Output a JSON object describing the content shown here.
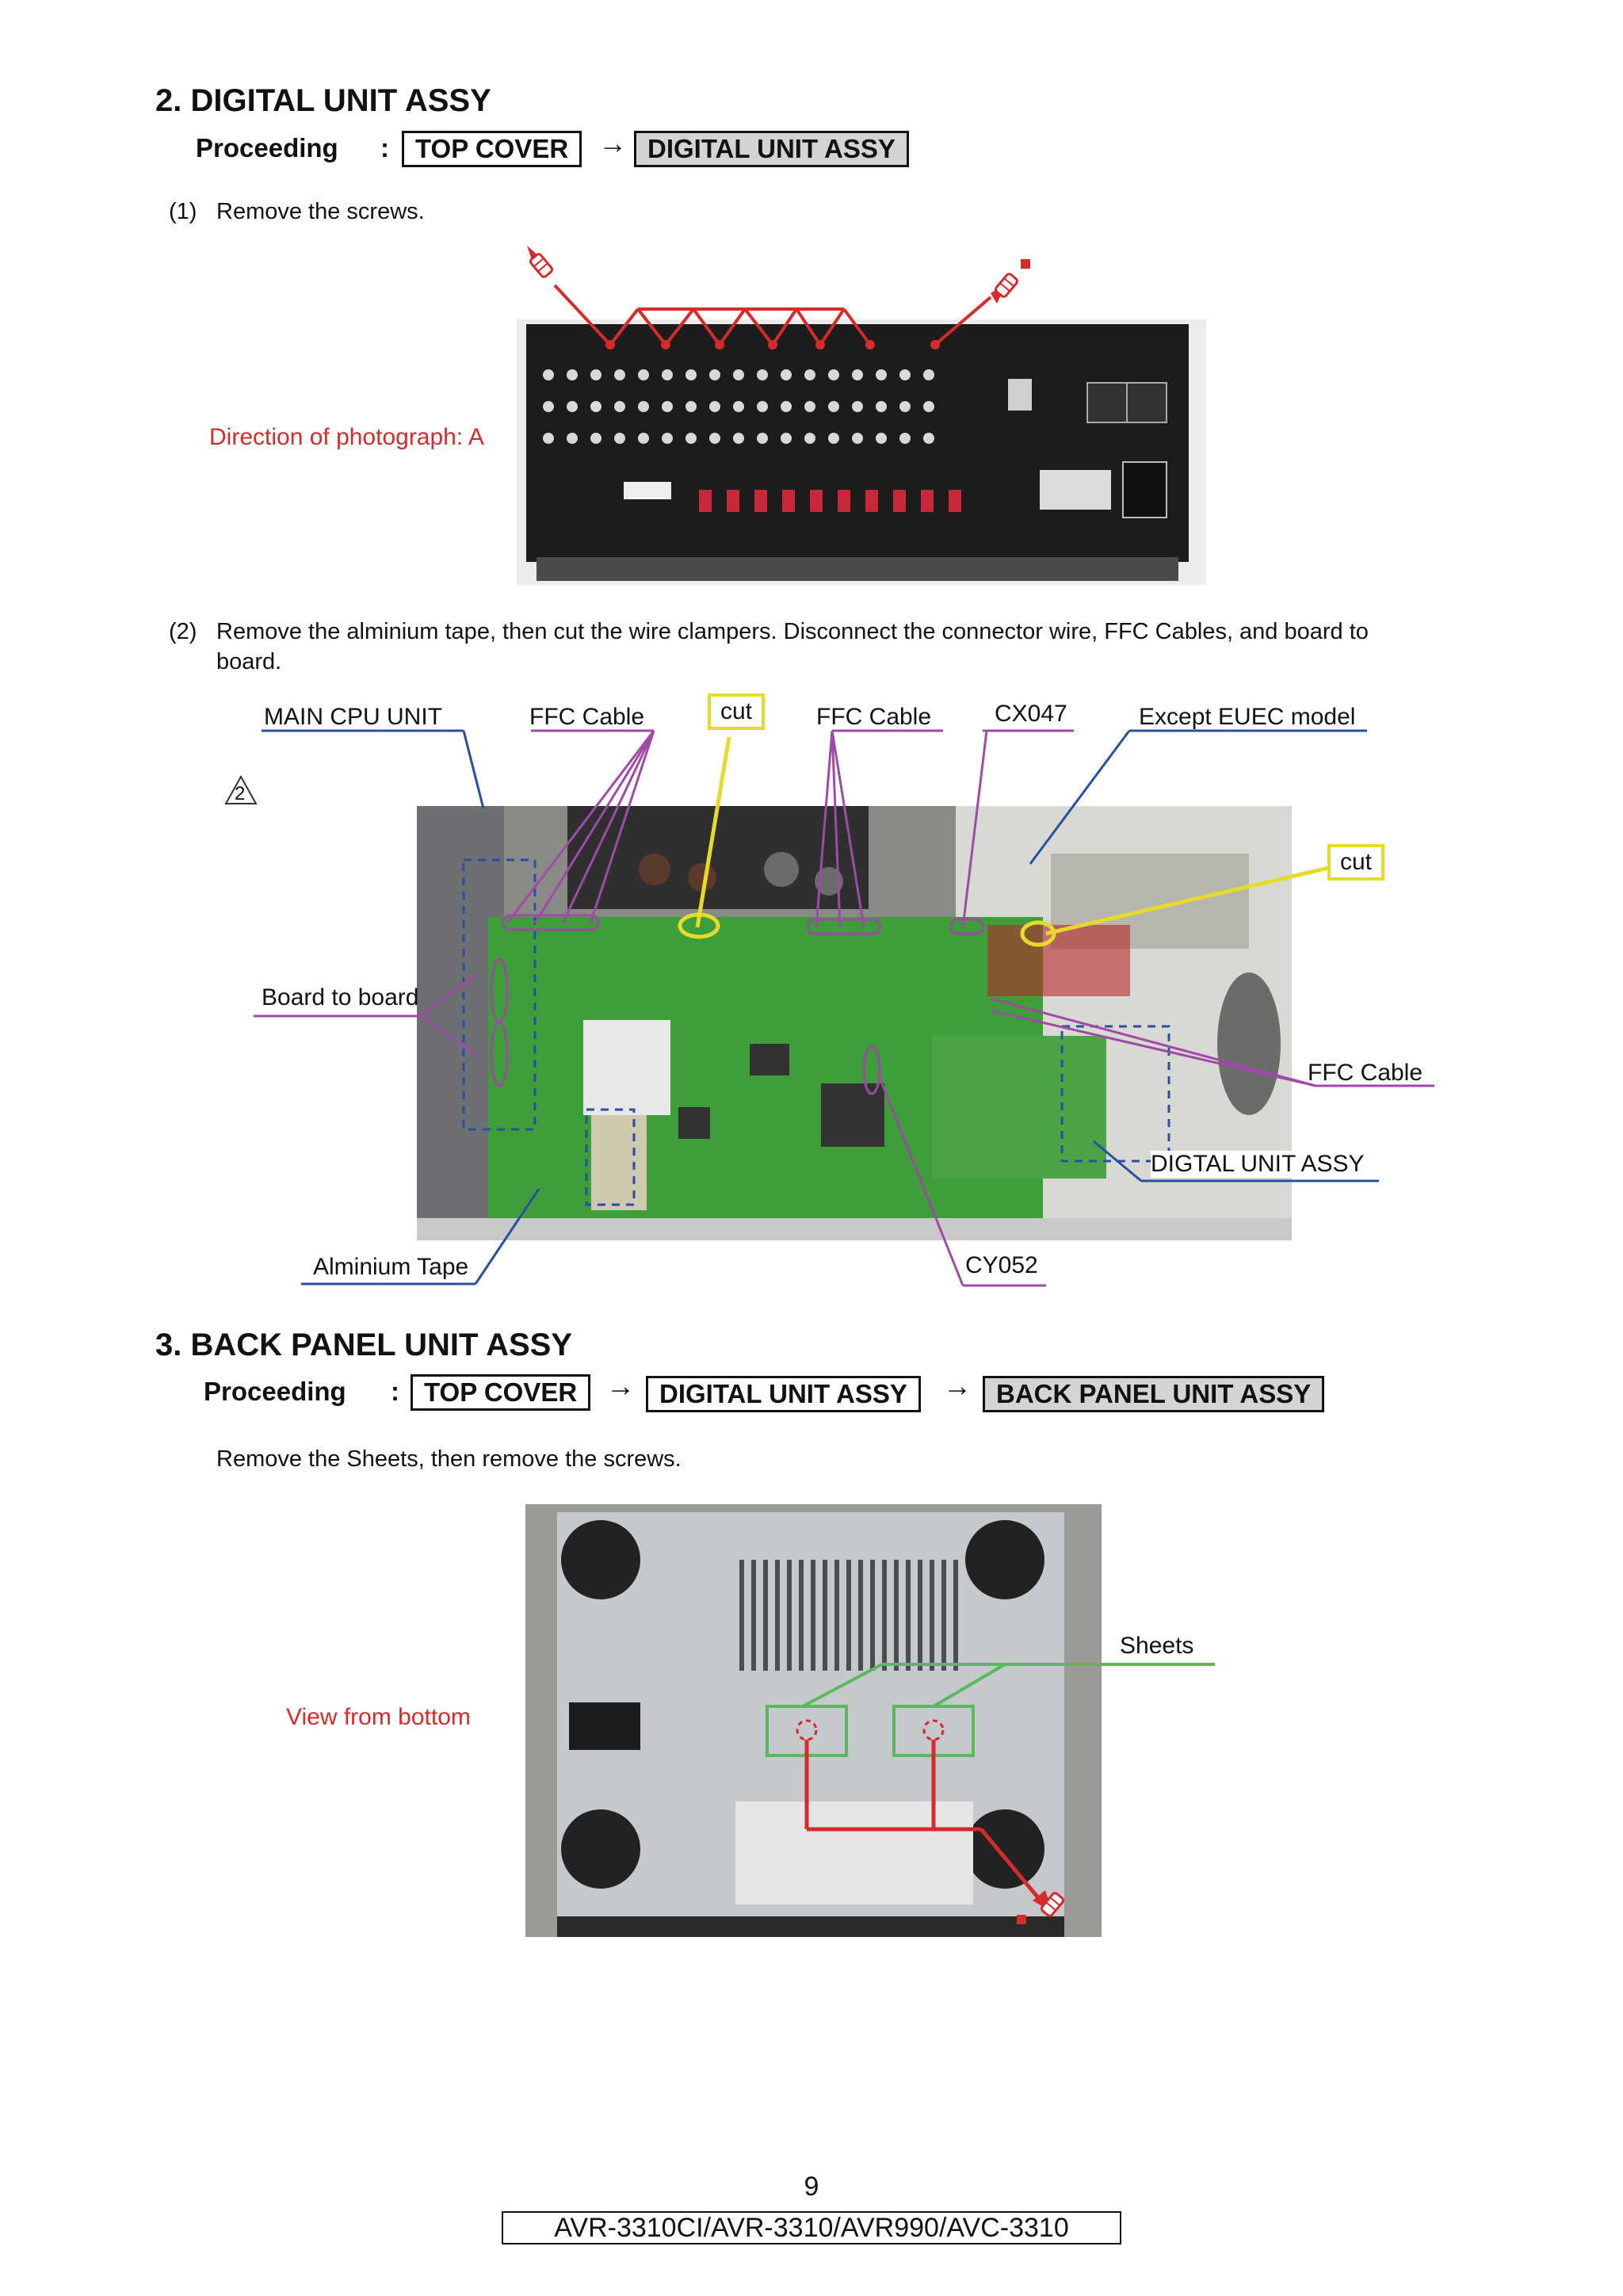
{
  "section2": {
    "title": "2.  DIGITAL UNIT ASSY",
    "proceeding_label": "Proceeding",
    "colon": ":",
    "steps": [
      "TOP COVER",
      "DIGITAL UNIT ASSY"
    ],
    "arrow": "→",
    "step1": {
      "num": "(1)",
      "text": "Remove the screws."
    },
    "photo1_caption": "Direction of photograph: A",
    "step2": {
      "num": "(2)",
      "line1": "Remove the alminium tape, then cut the wire clampers. Disconnect the connector wire, FFC Cables, and board to",
      "line2": "board."
    },
    "labels": {
      "main_cpu": "MAIN CPU UNIT",
      "ffc1": "FFC Cable",
      "cut1": "cut",
      "ffc2": "FFC Cable",
      "cx047": "CX047",
      "except": "Except EUEC model",
      "rev_mark": "2",
      "cut2": "cut",
      "board": "Board to board",
      "ffc3": "FFC Cable",
      "digital": "DIGTAL UNIT ASSY",
      "tape": "Alminium Tape",
      "cy052": "CY052"
    }
  },
  "section3": {
    "title": "3. BACK PANEL UNIT ASSY",
    "proceeding_label": "Proceeding",
    "colon": ":",
    "steps": [
      "TOP COVER",
      "DIGITAL UNIT ASSY",
      "BACK PANEL UNIT ASSY"
    ],
    "arrow": "→",
    "instruction": "Remove the Sheets, then remove the screws.",
    "caption": "View from bottom",
    "sheets_label": "Sheets"
  },
  "footer": {
    "page": "9",
    "model": "AVR-3310CI/AVR-3310/AVR990/AVC-3310"
  },
  "colors": {
    "red": "#d62b2b",
    "blue": "#2a4fa0",
    "purple": "#a04aa8",
    "yellow": "#e6da2a",
    "green": "#5cb85c",
    "gray_box": "#d4d4d4"
  }
}
